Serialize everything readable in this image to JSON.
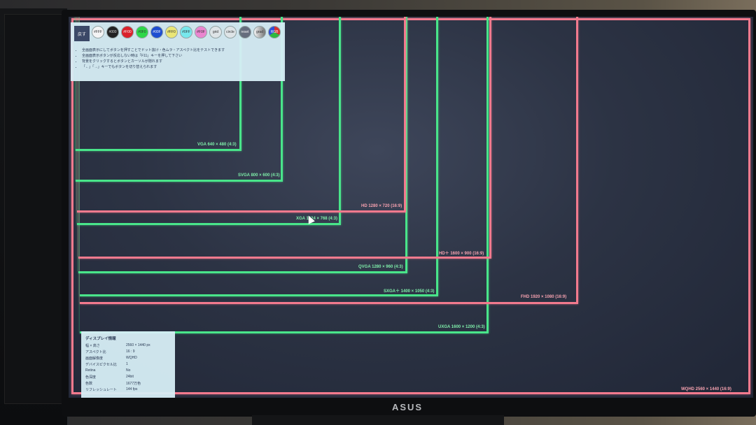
{
  "brand": {
    "logo": "ASUS"
  },
  "panel": {
    "square_button": "戻す",
    "color_buttons": [
      {
        "label": "#FFF",
        "color": "#ffffff"
      },
      {
        "label": "#000",
        "color": "#222222"
      },
      {
        "label": "#F00",
        "color": "#e4202a"
      },
      {
        "label": "#0F0",
        "color": "#2ee04a"
      },
      {
        "label": "#00F",
        "color": "#1d4fd8"
      },
      {
        "label": "#FF0",
        "color": "#f5f07a"
      },
      {
        "label": "#0FF",
        "color": "#7df2f7"
      },
      {
        "label": "#F0F",
        "color": "#f58ad8"
      },
      {
        "label": "grid",
        "color": "#e8eef0"
      },
      {
        "label": "circle",
        "color": "#e8eef0"
      },
      {
        "label": "reset",
        "color": "#6a7080"
      },
      {
        "label": "grad",
        "color": "#c7ccd6"
      },
      {
        "label": "RGB",
        "color": "#e03030"
      }
    ],
    "notes": [
      "全画面表示にしてボタンを押すことでドット抜け・色ムラ・アスペクト比をテストできます",
      "全画面表示ボタンが反応しない時は「F11」キーを押して下さい",
      "背景をクリックするとボタンとカーソルが隠れます",
      "「←」「→」キーでもボタンを切り替えられます"
    ]
  },
  "resolutions": [
    {
      "label": "VGA 640 × 480 (4:3)",
      "color": "g"
    },
    {
      "label": "SVGA 800 × 600 (4:3)",
      "color": "g"
    },
    {
      "label": "HD 1280 × 720 (16:9)",
      "color": "p"
    },
    {
      "label": "XGA 1024 × 768 (4:3)",
      "color": "g"
    },
    {
      "label": "HD＋ 1600 × 900 (16:9)",
      "color": "p"
    },
    {
      "label": "QVGA 1280 × 960 (4:3)",
      "color": "g"
    },
    {
      "label": "SXGA＋ 1400 × 1050 (4:3)",
      "color": "g"
    },
    {
      "label": "FHD 1920 × 1080 (16:9)",
      "color": "p"
    },
    {
      "label": "UXGA 1600 × 1200 (4:3)",
      "color": "g"
    },
    {
      "label": "WQHD 2560 × 1440 (16:9)",
      "color": "p"
    }
  ],
  "display_info": {
    "title": "ディスプレイ情報",
    "rows": [
      {
        "k": "幅 × 高さ",
        "v": "2560 × 1440 px"
      },
      {
        "k": "アスペクト比",
        "v": "16 : 9"
      },
      {
        "k": "画面解像度",
        "v": "WQHD"
      },
      {
        "k": "デバイスピクセル比",
        "v": "1"
      },
      {
        "k": "Retina",
        "v": "No"
      },
      {
        "k": "色深度",
        "v": "24bit"
      },
      {
        "k": "色数",
        "v": "1677万色"
      },
      {
        "k": "リフレッシュレート",
        "v": "144 fps"
      }
    ]
  }
}
